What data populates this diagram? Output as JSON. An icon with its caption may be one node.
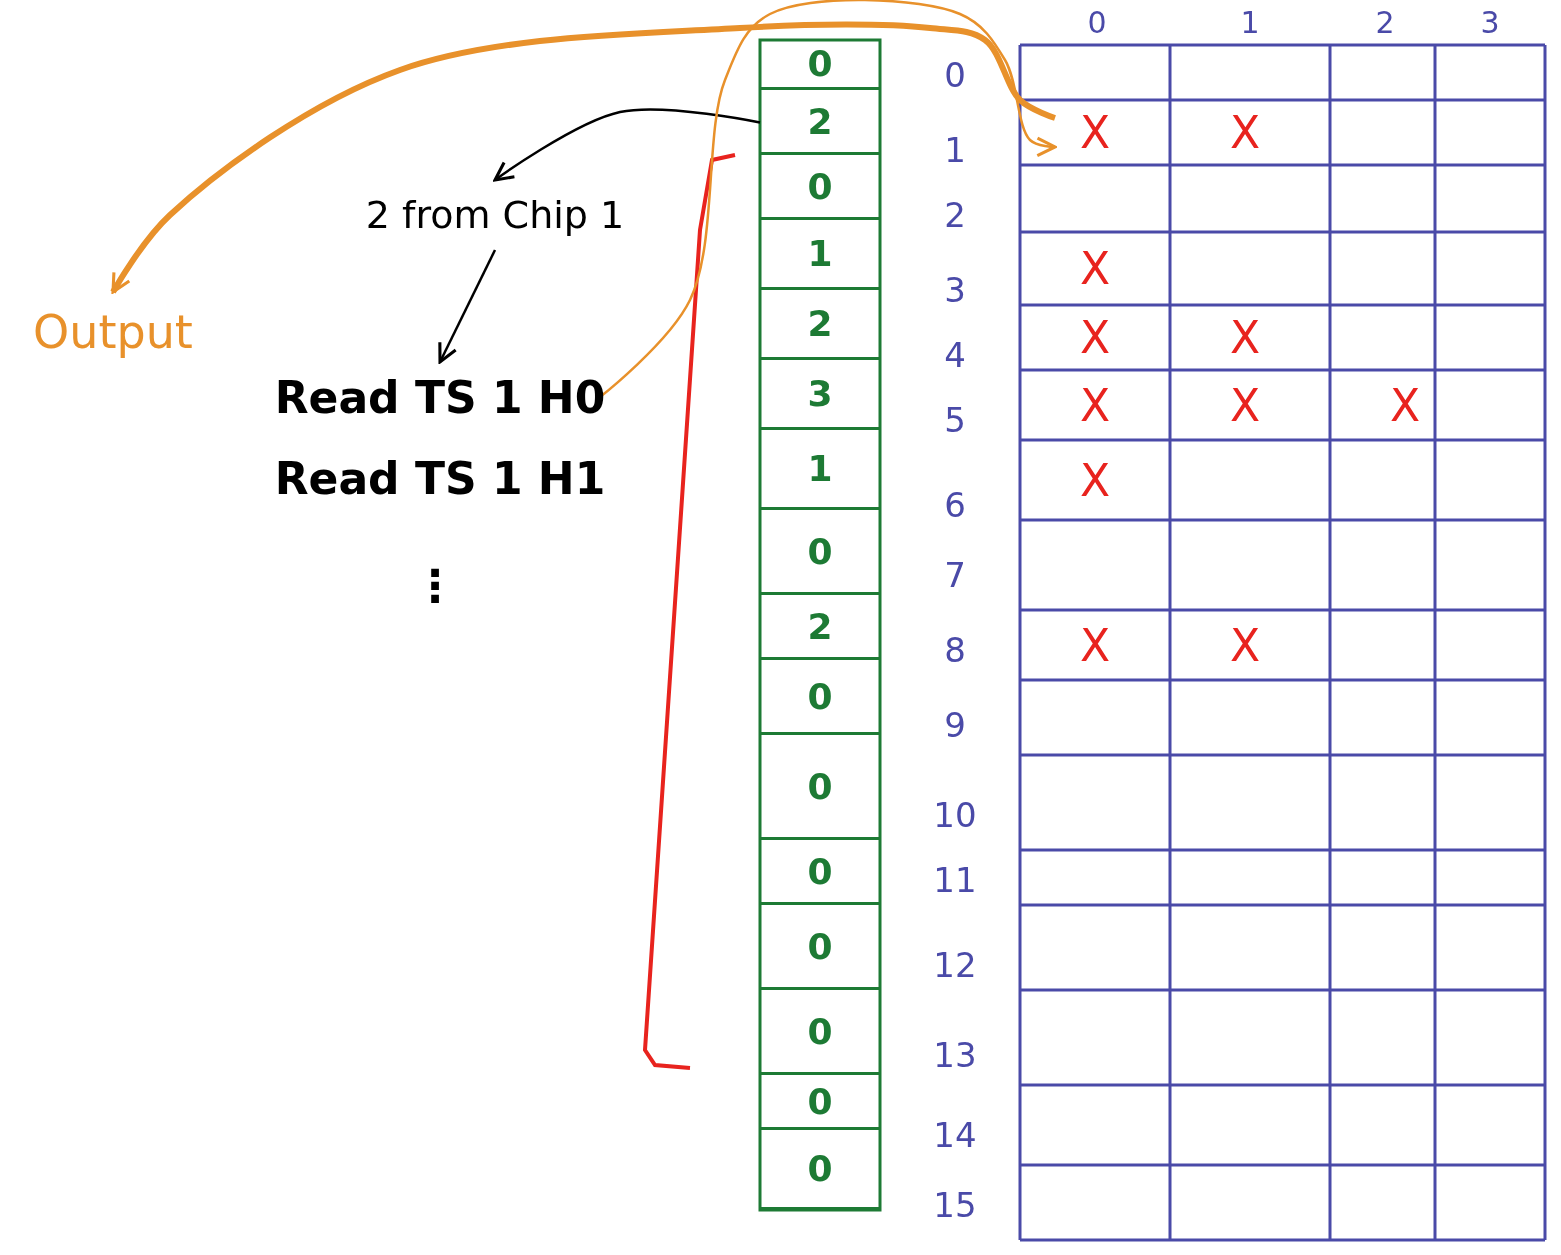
{
  "diagram": {
    "nodes": [
      {
        "text": [
          "0"
        ]
      },
      {
        "text": [
          "2"
        ]
      },
      {
        "text": [
          "0"
        ]
      },
      {
        "text": [
          "1"
        ]
      },
      {
        "text": [
          "2"
        ]
      },
      {
        "text": [
          "3"
        ]
      },
      {
        "text": [
          "1"
        ]
      },
      {
        "text": [
          "0"
        ]
      },
      {
        "text": [
          "2"
        ]
      },
      {
        "text": [
          "0"
        ]
      },
      {
        "text": [
          "0"
        ]
      },
      {
        "text": [
          "0"
        ]
      },
      {
        "text": [
          "0"
        ]
      },
      {
        "text": [
          "0"
        ]
      },
      {
        "text": [
          "0"
        ]
      },
      {
        "text": [
          "0"
        ]
      },
      {
        "text": [
          "2 from Chip 1"
        ]
      },
      {
        "text": [
          "Read TS 1 H0"
        ]
      },
      {
        "text": [
          "Read TS 1 H1"
        ]
      },
      {
        "text": [
          "Output"
        ]
      },
      {
        "text": [
          "X"
        ]
      },
      {
        "text": [
          "X"
        ]
      },
      {
        "text": [
          "X"
        ]
      },
      {
        "text": [
          "X"
        ]
      },
      {
        "text": [
          "X"
        ]
      },
      {
        "text": [
          "X"
        ]
      },
      {
        "text": [
          "X"
        ]
      },
      {
        "text": [
          "X"
        ]
      },
      {
        "text": [
          "X"
        ]
      },
      {
        "text": [
          "X"
        ]
      },
      {
        "text": [
          "X"
        ]
      }
    ],
    "edges": [
      {
        "from": 1,
        "to": 16,
        "arrow": "to",
        "color": "#000000"
      },
      {
        "from": 16,
        "to": 17,
        "arrow": "to",
        "color": "#000000"
      },
      {
        "from": 17,
        "to": 20,
        "arrow": "to",
        "color": "#e8912b"
      },
      {
        "from": 20,
        "to": 19,
        "arrow": "to",
        "style": "thick",
        "color": "#e8912b"
      }
    ],
    "labels": [
      "⋮",
      "0",
      "1",
      "2",
      "3",
      "0",
      "1",
      "2",
      "3",
      "4",
      "5",
      "6",
      "7",
      "8",
      "9",
      "10",
      "11",
      "12",
      "13",
      "14",
      "15"
    ]
  }
}
